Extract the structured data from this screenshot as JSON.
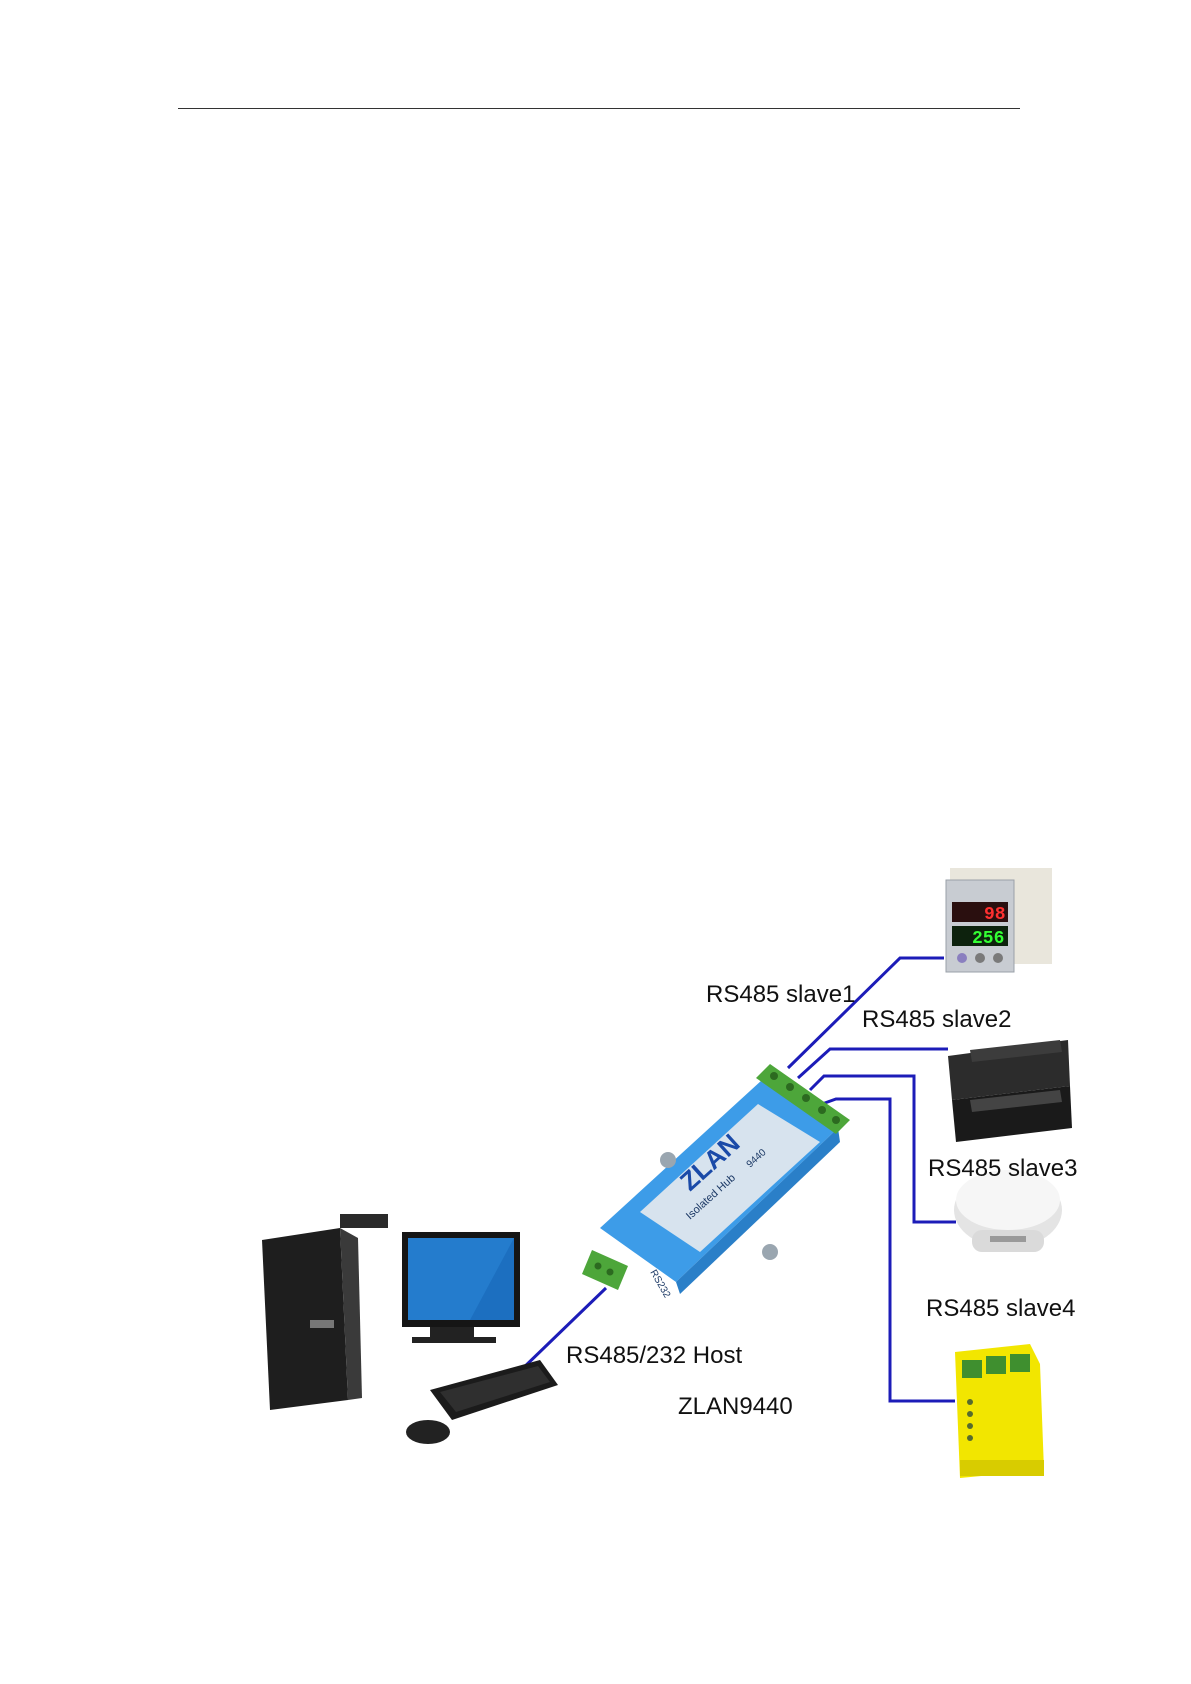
{
  "header": {
    "has_rule": true
  },
  "diagram": {
    "colors": {
      "wire": "#1c1cb8",
      "converter_body": "#3d9ce8",
      "terminal_green": "#4da63a",
      "pc_black": "#1e1e1e",
      "monitor_screen": "#1c6fc0",
      "relay_yellow": "#f2e600"
    },
    "labels": {
      "slave1": "RS485 slave1",
      "slave2": "RS485 slave2",
      "slave3": "RS485 slave3",
      "slave4": "RS485 slave4",
      "host": "RS485/232 Host",
      "model": "ZLAN9440"
    },
    "device_text": {
      "brand": "ZLAN",
      "product": "Isolated Hub",
      "model_no": "9440",
      "port_label": "RS232",
      "display_top": "98",
      "display_bottom": "256"
    },
    "icons": {
      "host": "desktop-computer-icon",
      "converter": "rs485-hub-converter-icon",
      "slave1": "temperature-controller-icon",
      "slave2": "plc-module-icon",
      "slave3": "smoke-detector-icon",
      "slave4": "safety-relay-icon"
    }
  }
}
